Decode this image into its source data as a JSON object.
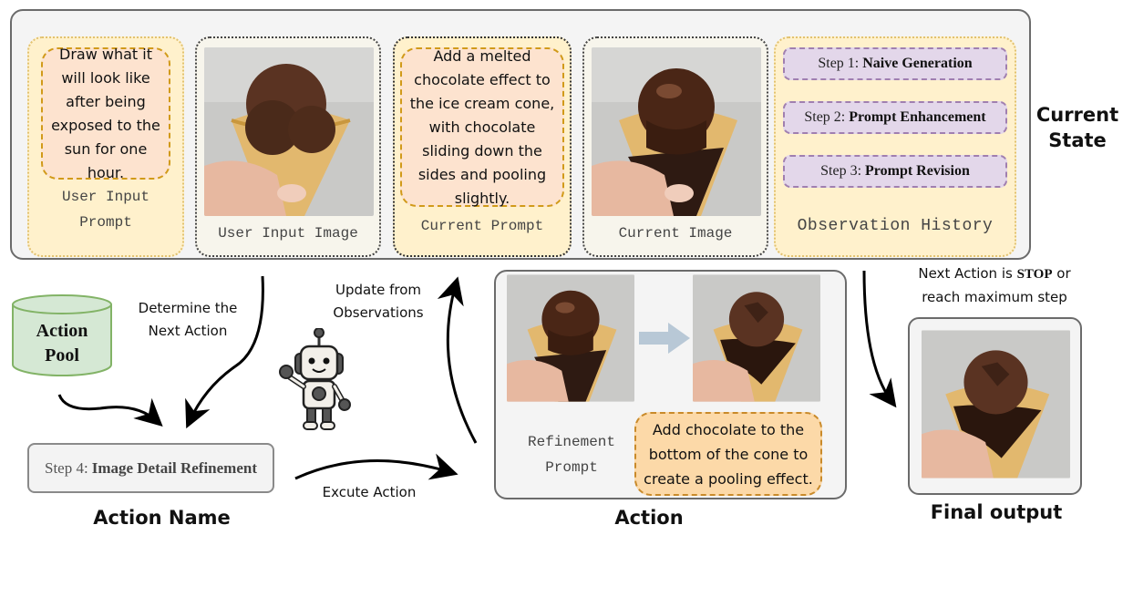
{
  "current_state": {
    "title_line1": "Current",
    "title_line2": "State",
    "user_input_prompt": {
      "text": "Draw what it will look like after being exposed to the sun for one hour.",
      "label_line1": "User Input",
      "label_line2": "Prompt"
    },
    "user_input_image": {
      "label": "User Input Image",
      "image_desc": "chocolate ice cream scoop in waffle cone held by hand"
    },
    "current_prompt": {
      "text": "Add a melted chocolate effect to the ice cream cone, with chocolate sliding down the sides and pooling slightly.",
      "label": "Current Prompt"
    },
    "current_image": {
      "label": "Current Image",
      "image_desc": "ice cream cone with melted chocolate glaze dripping"
    },
    "observation_history": {
      "label": "Observation History",
      "steps": [
        {
          "prefix": "Step 1:",
          "name": "Naive Generation"
        },
        {
          "prefix": "Step 2:",
          "name": "Prompt Enhancement"
        },
        {
          "prefix": "Step 3:",
          "name": "Prompt Revision"
        }
      ]
    }
  },
  "action_pool": {
    "line1": "Action",
    "line2": "Pool"
  },
  "flow_labels": {
    "determine_line1": "Determine the",
    "determine_line2": "Next Action",
    "update_line1": "Update from",
    "update_line2": "Observations",
    "execute": "Excute Action",
    "stop_line1_pre": "Next Action is ",
    "stop_line1_bold": "STOP",
    "stop_line1_post": " or",
    "stop_line2": "reach maximum step"
  },
  "action_name": {
    "prefix": "Step 4:",
    "name": "Image Detail Refinement",
    "caption": "Action Name"
  },
  "action": {
    "caption": "Action",
    "refinement_label_line1": "Refinement",
    "refinement_label_line2": "Prompt",
    "refinement_prompt": "Add chocolate to the bottom of the cone to create a pooling effect.",
    "before_image_desc": "ice cream cone with melted chocolate glaze",
    "after_image_desc": "ice cream cone with chocolate pooled at the bottom"
  },
  "final_output": {
    "caption": "Final output",
    "image_desc": "final ice cream cone with chocolate pooling"
  },
  "colors": {
    "panel_bg": "#f4f4f4",
    "panel_border": "#6b6b6b",
    "yellow_card": "#fff1cc",
    "prompt_fill": "#fde3cf",
    "prompt_dash": "#d19a1a",
    "step_fill": "#e3d7ea",
    "step_dash": "#a07fb0",
    "action_pool_fill": "#d5e8d4",
    "action_pool_border": "#82b366",
    "refine_fill": "#fcd9a8",
    "refine_dash": "#c98a2a",
    "arrow_blue": "#b8c8d6"
  }
}
